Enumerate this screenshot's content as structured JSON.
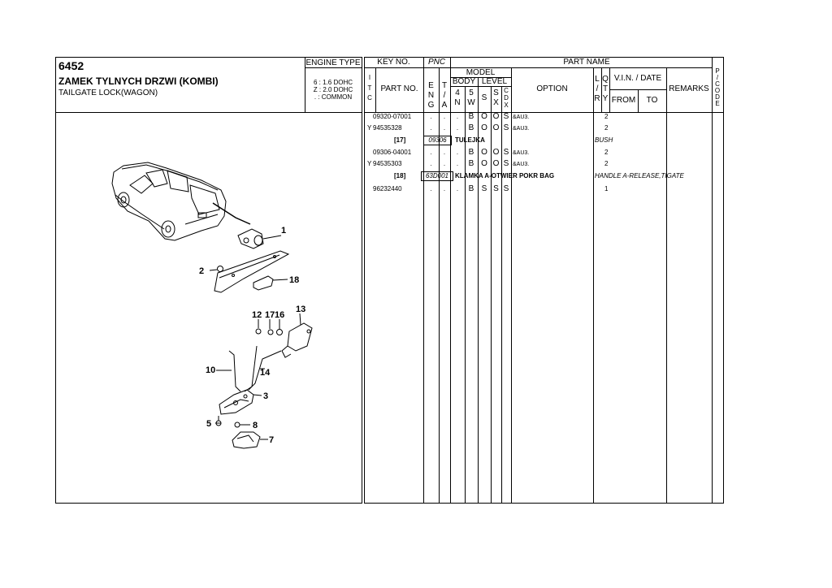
{
  "header": {
    "section_code": "6452",
    "title_pl": "ZAMEK TYLNYCH DRZWI (KOMBI)",
    "title_en": "TAILGATE LOCK(WAGON)",
    "engine_type_label": "ENGINE TYPE",
    "engine_line1": "6 : 1.6 DOHC",
    "engine_line2": "Z : 2.0 DOHC",
    "engine_line3": ". : COMMON"
  },
  "columns": {
    "key_no": "KEY NO.",
    "pnc": "PNC",
    "part_name": "PART NAME",
    "itc": [
      "I",
      "T",
      "C"
    ],
    "part_no": "PART NO.",
    "model": "MODEL",
    "eng": [
      "E",
      "N",
      "G"
    ],
    "ta": [
      "T",
      "/",
      "A"
    ],
    "body": "BODY",
    "level": "LEVEL",
    "body_4n": [
      "4",
      "N"
    ],
    "body_5w": [
      "5",
      "W"
    ],
    "level_s": "S",
    "level_sx": [
      "S",
      "X"
    ],
    "level_cdx": [
      "C",
      "D",
      "X"
    ],
    "option": "OPTION",
    "lr": [
      "L",
      "/",
      "R"
    ],
    "qty": [
      "Q",
      "T",
      "Y"
    ],
    "vin_date": "V.I.N. / DATE",
    "from": "FROM",
    "to": "TO",
    "remarks": "REMARKS",
    "pcode": [
      "P",
      "/",
      "C",
      "O",
      "D",
      "E"
    ]
  },
  "rows": [
    {
      "itc": "",
      "part_no": "09320-07001",
      "eng": ".",
      "ta": ".",
      "b4n": ".",
      "b5w": "B",
      "ls": "O",
      "lsx": "O",
      "lcdx": "S",
      "option": "&AU3.",
      "qty": "2"
    },
    {
      "itc": "Y",
      "part_no": "94535328",
      "eng": ".",
      "ta": ".",
      "b4n": ".",
      "b5w": "B",
      "ls": "O",
      "lsx": "O",
      "lcdx": "S",
      "option": "&AU3.",
      "qty": "2"
    },
    {
      "key": "[17]",
      "pnc": "09306",
      "name_pl": "TULEJKA",
      "name_en": "BUSH"
    },
    {
      "itc": "",
      "part_no": "09306-04001",
      "eng": ".",
      "ta": ".",
      "b4n": ".",
      "b5w": "B",
      "ls": "O",
      "lsx": "O",
      "lcdx": "S",
      "option": "&AU3.",
      "qty": "2"
    },
    {
      "itc": "Y",
      "part_no": "94535303",
      "eng": ".",
      "ta": ".",
      "b4n": ".",
      "b5w": "B",
      "ls": "O",
      "lsx": "O",
      "lcdx": "S",
      "option": "&AU3.",
      "qty": "2"
    },
    {
      "key": "[18]",
      "pnc": "63D001",
      "name_pl": "KLAMKA A-OTWIER POKR BAG",
      "name_en": "HANDLE A-RELEASE,TIGATE"
    },
    {
      "itc": "",
      "part_no": "96232440",
      "eng": ".",
      "ta": ".",
      "b4n": ".",
      "b5w": "B",
      "ls": "S",
      "lsx": "S",
      "lcdx": "S",
      "option": "",
      "qty": "1"
    }
  ],
  "diagram": {
    "callouts": [
      "1",
      "2",
      "18",
      "12",
      "17",
      "16",
      "13",
      "10",
      "14",
      "3",
      "5",
      "8",
      "7"
    ]
  }
}
